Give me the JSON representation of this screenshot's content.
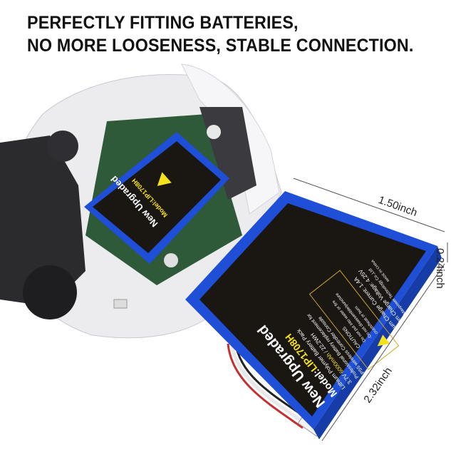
{
  "headline": {
    "line1": "PERFECTLY FITTING BATTERIES,",
    "line2": "NO MORE LOOSENESS, STABLE CONNECTION."
  },
  "dimensions": {
    "width": "1.50inch",
    "thickness": "0.24inch",
    "length": "2.32inch"
  },
  "battery_label": {
    "title": "New Upgraded",
    "model_prefix": "Model:",
    "model": "LIP1708H",
    "type": "Lithium Polymer Battery Pack",
    "spec_prefix": "3.7V",
    "capacity": "6000mAh",
    "energy": " / 22.2WH",
    "purpose1": "Professional Battery replacement for",
    "purpose2": "PS5 wireless Controller Console",
    "caution_title": "CAUTIONS",
    "caution1": "·Do not put into water or fire",
    "caution2": "·Do not disassemble/puncture",
    "caution3": "crush/heat or burn",
    "max_current": "Maximum Charge Current: 1.4A",
    "max_voltage": "Maximum Charge Voltage: 4.25V",
    "maker": "ShenZhen Maxpower Technology Co.,Ltd",
    "origin": "MADE IN CHINA"
  },
  "colors": {
    "battery_blue": "#1f4fd6",
    "label_black": "#1a1612",
    "accent_yellow": "#f5e21a"
  }
}
